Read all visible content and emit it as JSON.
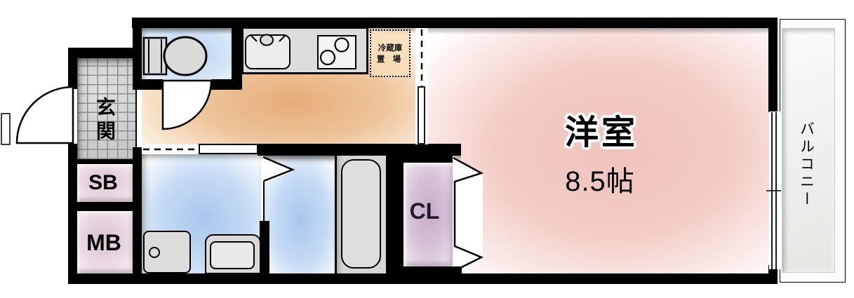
{
  "plan": {
    "title": "apartment-floor-plan",
    "rooms": {
      "entrance": {
        "label": "玄関"
      },
      "shoe_box": {
        "label": "SB"
      },
      "meter_box": {
        "label": "MB"
      },
      "closet": {
        "label": "CL"
      },
      "western_room": {
        "name": "洋室",
        "size": "8.5帖"
      },
      "balcony": {
        "label": "バルコニー"
      },
      "fridge_space": {
        "line1": "冷蔵庫",
        "line2": "置 場"
      }
    },
    "colors": {
      "wall": "#000000",
      "western_room_pink": "#f0c2bd",
      "kitchen_orange": "#e5ac77",
      "water_area_blue": "#a6c7ee",
      "closet_purple": "#c7abc8",
      "box_pink": "#ddc0d0",
      "tile_gray": "#cdcdcd",
      "fixture_gray": "#dcdcdc"
    }
  }
}
